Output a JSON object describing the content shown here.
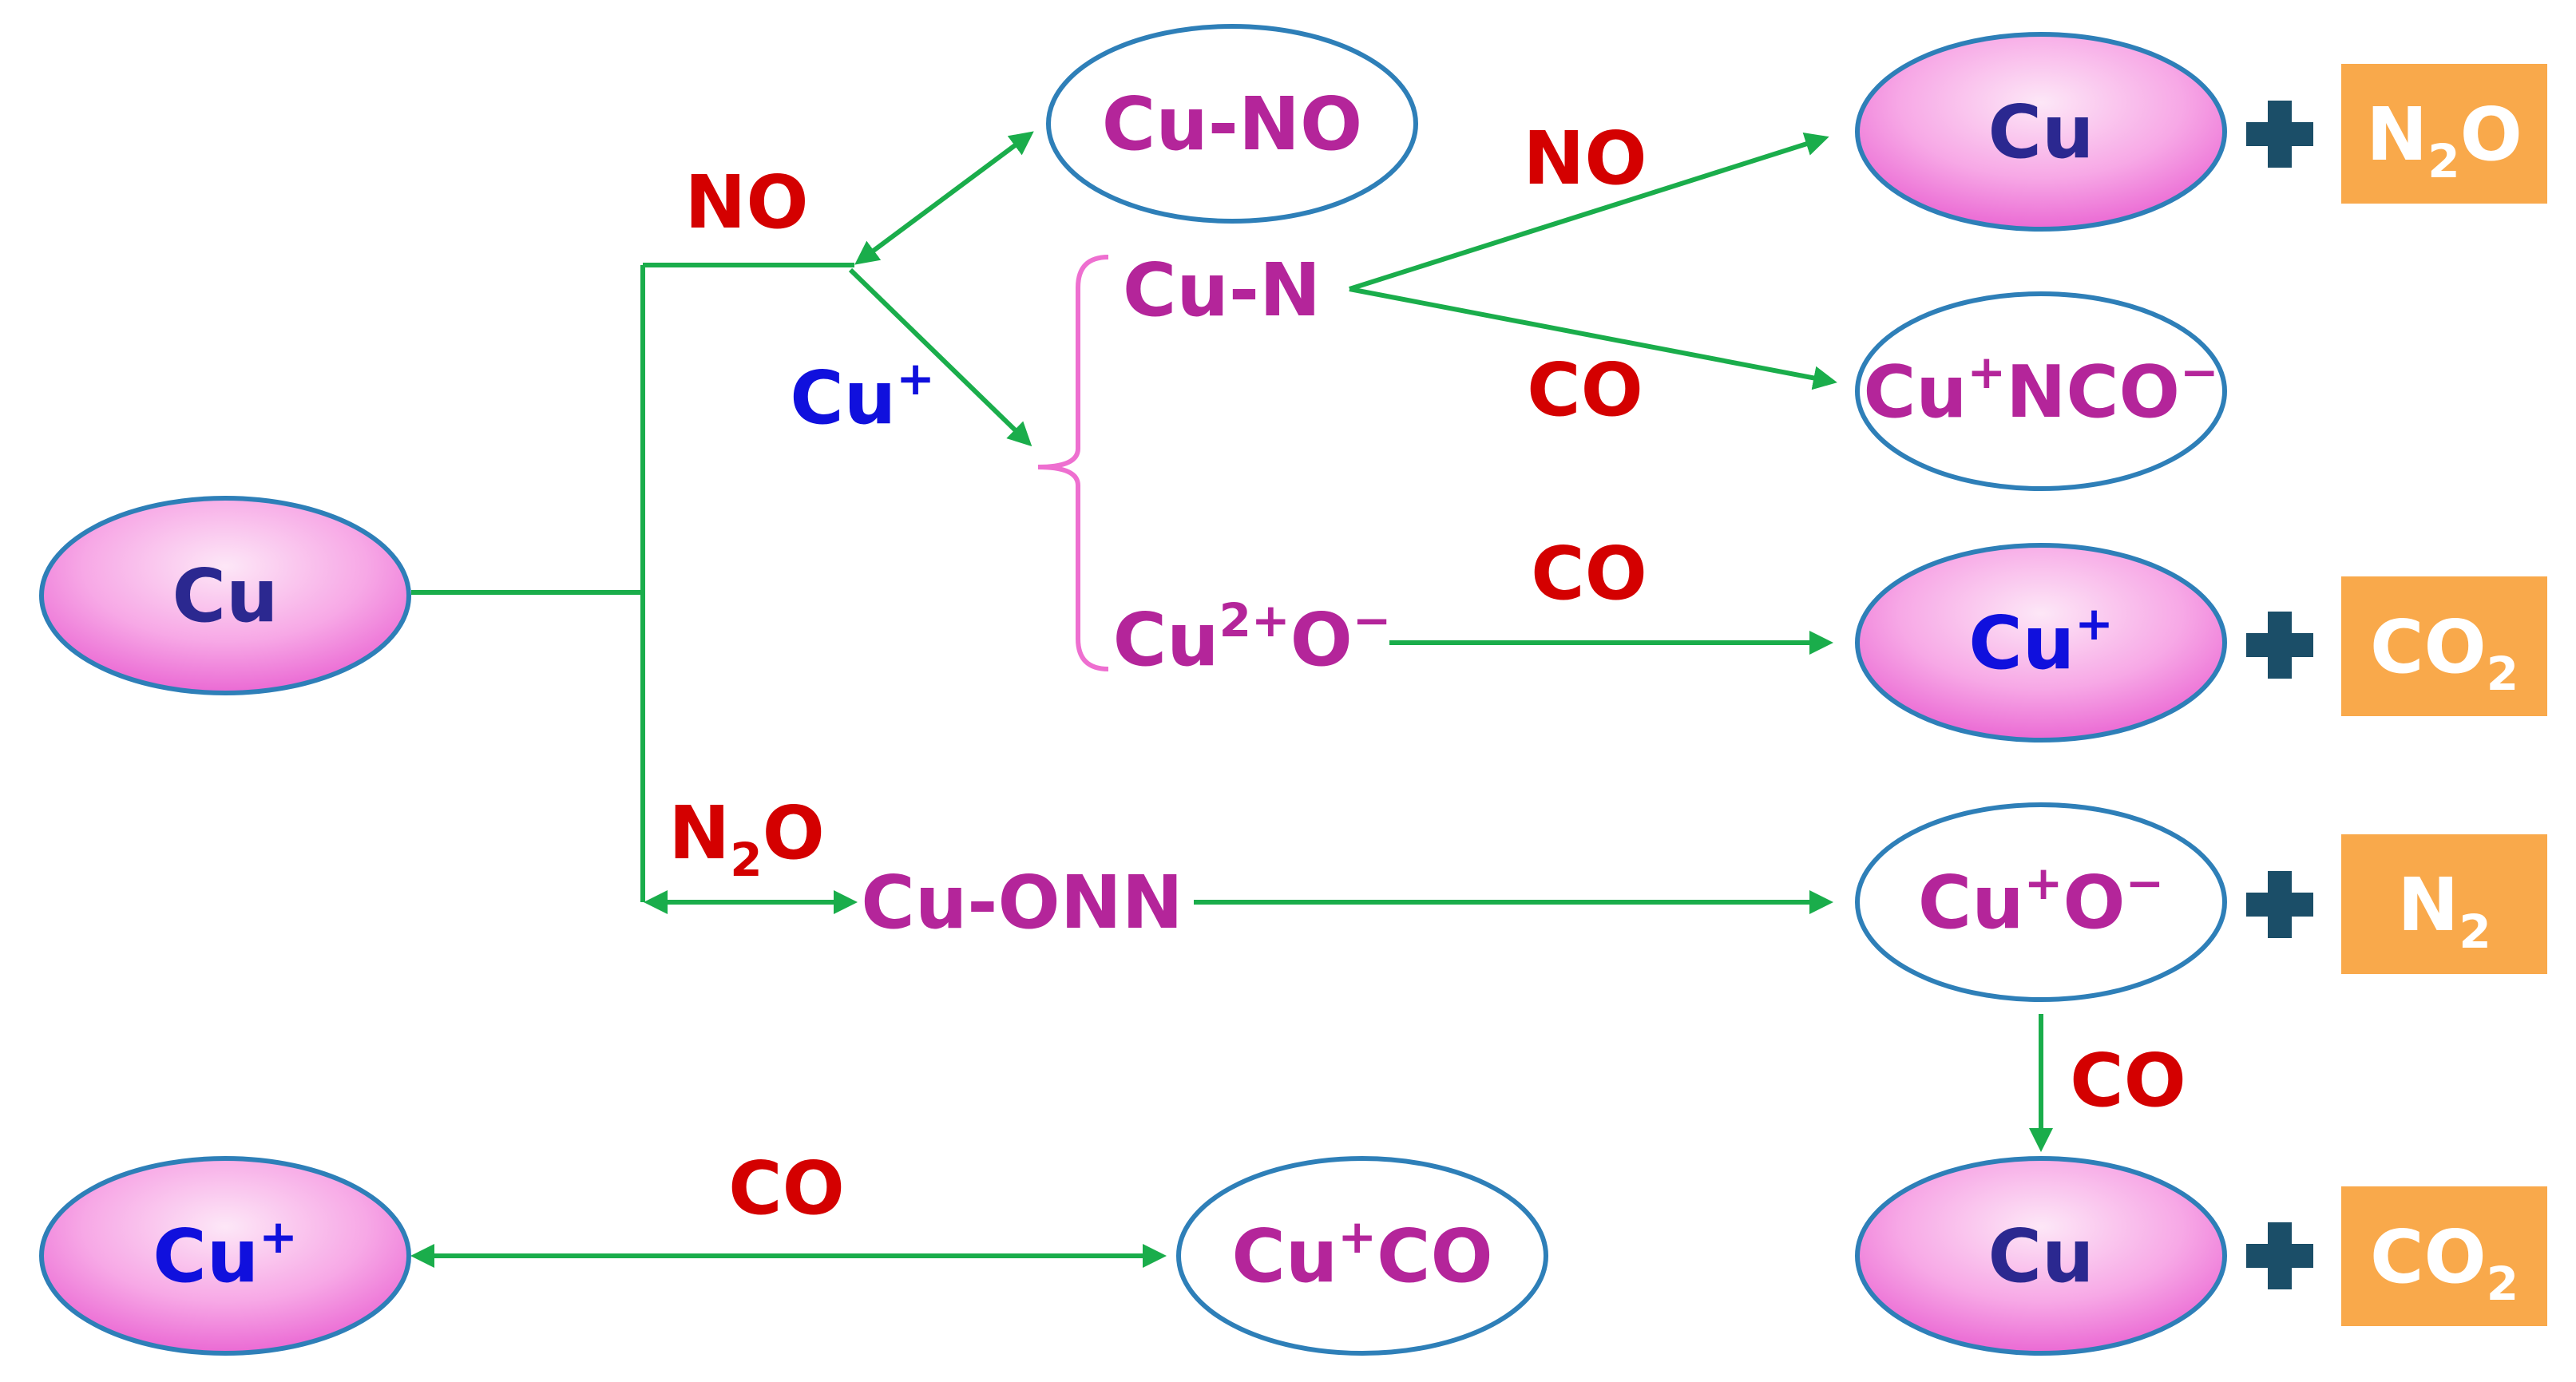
{
  "nodes": {
    "cu_start": "Cu",
    "cu_no": "Cu-NO",
    "cu_n": "Cu-N",
    "cu2_o": {
      "base": "Cu",
      "sup1": "2+",
      "mid": "O",
      "sup2": "−"
    },
    "cu_onn": "Cu-ONN",
    "cu_product_1": "Cu",
    "cu_nco": {
      "base": "Cu",
      "sup1": "+",
      "mid": "NCO",
      "sup2": "−"
    },
    "cu_plus_product": {
      "base": "Cu",
      "sup": "+"
    },
    "cu_plus_o": {
      "base": "Cu",
      "sup1": "+",
      "mid": "O",
      "sup2": "−"
    },
    "cu_product_2": "Cu",
    "cu_plus_start": {
      "base": "Cu",
      "sup": "+"
    },
    "cu_plus_co": {
      "base": "Cu",
      "sup": "+",
      "rest": "CO"
    }
  },
  "edge_labels": {
    "no_left": "NO",
    "cu_plus_label": {
      "base": "Cu",
      "sup": "+"
    },
    "no_right": "NO",
    "co_nco": "CO",
    "co_o": "CO",
    "n2o": {
      "base": "N",
      "sub": "2",
      "rest": "O"
    },
    "co_down": "CO",
    "co_bottom": "CO"
  },
  "products": {
    "n2o": {
      "base": "N",
      "sub": "2",
      "rest": "O"
    },
    "co2_a": {
      "base": "CO",
      "sub": "2"
    },
    "n2": {
      "base": "N",
      "sub": "2"
    },
    "co2_b": {
      "base": "CO",
      "sub": "2"
    }
  },
  "colors": {
    "arrow": "#1aad4b",
    "bracket": "#ee6fd0",
    "label_red": "#d40000",
    "label_blue": "#1010dd",
    "species_magenta": "#b4259a",
    "product_box": "#f9a94b",
    "plus_sign": "#1b4e68",
    "ellipse_border": "#2e7fb8"
  },
  "icons": [
    "plus-icon"
  ]
}
